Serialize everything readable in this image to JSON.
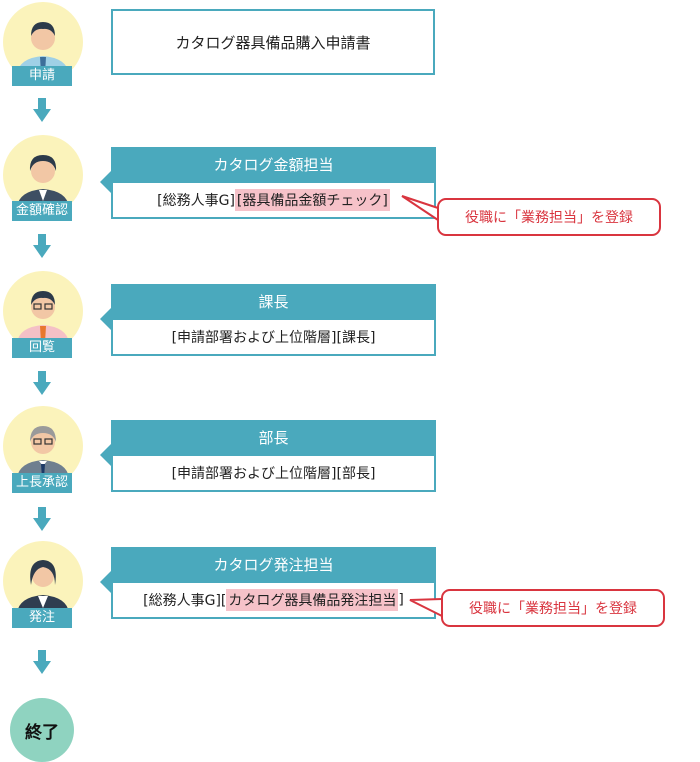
{
  "steps": [
    {
      "role_label": "申請",
      "title": "カタログ器具備品購入申請書"
    },
    {
      "role_label": "金額確認",
      "header": "カタログ金額担当",
      "assignee_prefix": "[総務人事G]",
      "assignee_highlight": "[器具備品金額チェック]",
      "assignee_suffix": "",
      "callout": "役職に「業務担当」を登録"
    },
    {
      "role_label": "回覧",
      "header": "課長",
      "assignee": "[申請部署および上位階層][課長]"
    },
    {
      "role_label": "上長承認",
      "header": "部長",
      "assignee": "[申請部署および上位階層][部長]"
    },
    {
      "role_label": "発注",
      "header": "カタログ発注担当",
      "assignee_prefix": "[総務人事G][",
      "assignee_highlight": "カタログ器具備品発注担当",
      "assignee_suffix": "]",
      "callout": "役職に「業務担当」を登録"
    }
  ],
  "end_label": "終了",
  "colors": {
    "teal": "#4aa9bd",
    "callout_red": "#d9353f",
    "highlight": "#f6c2c9",
    "end": "#8fd3c0",
    "avatar_bg": "#fbf3bb"
  },
  "icons": [
    "person-applicant-icon",
    "person-checker-icon",
    "person-manager-icon",
    "person-director-icon",
    "person-orderer-icon",
    "arrow-down-icon"
  ]
}
